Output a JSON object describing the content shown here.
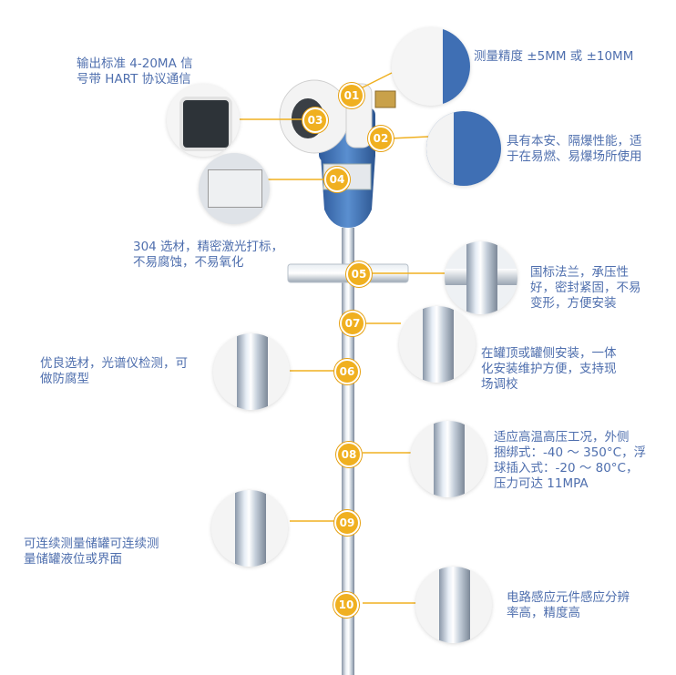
{
  "features": {
    "f_output": "输出标准 4-20MA 信\n号带 HART 协议通信",
    "f_precision": "测量精度 ±5MM 或 ±10MM",
    "f_explosion": "具有本安、隔爆性能，适\n于在易燃、易爆场所使用",
    "f_material304": "304 选材，精密激光打标，\n不易腐蚀，不易氧化",
    "f_flange": "国标法兰，承压性\n好，密封紧固，不易\n变形，方便安装",
    "f_install": "在罐顶或罐侧安装，一体\n化安装维护方便，支持现\n场调校",
    "f_spectro": "优良选材，光谱仪检测，可\n做防腐型",
    "f_hightemp": "适应高温高压工况，外侧\n捆绑式：-40 ～ 350°C，浮\n球插入式：-20 ～ 80°C，\n压力可达 11MPA",
    "f_continuous": "可连续测量储罐可连续测\n量储罐液位或界面",
    "f_sensor": "电路感应元件感应分辨\n率高，精度高"
  },
  "badges": [
    "01",
    "02",
    "03",
    "04",
    "05",
    "06",
    "07",
    "08",
    "09",
    "10"
  ],
  "colors": {
    "badge": "#f0b020",
    "text": "#4f6fae",
    "device": "#3f6fb4",
    "housing": "#f2f2f2"
  }
}
